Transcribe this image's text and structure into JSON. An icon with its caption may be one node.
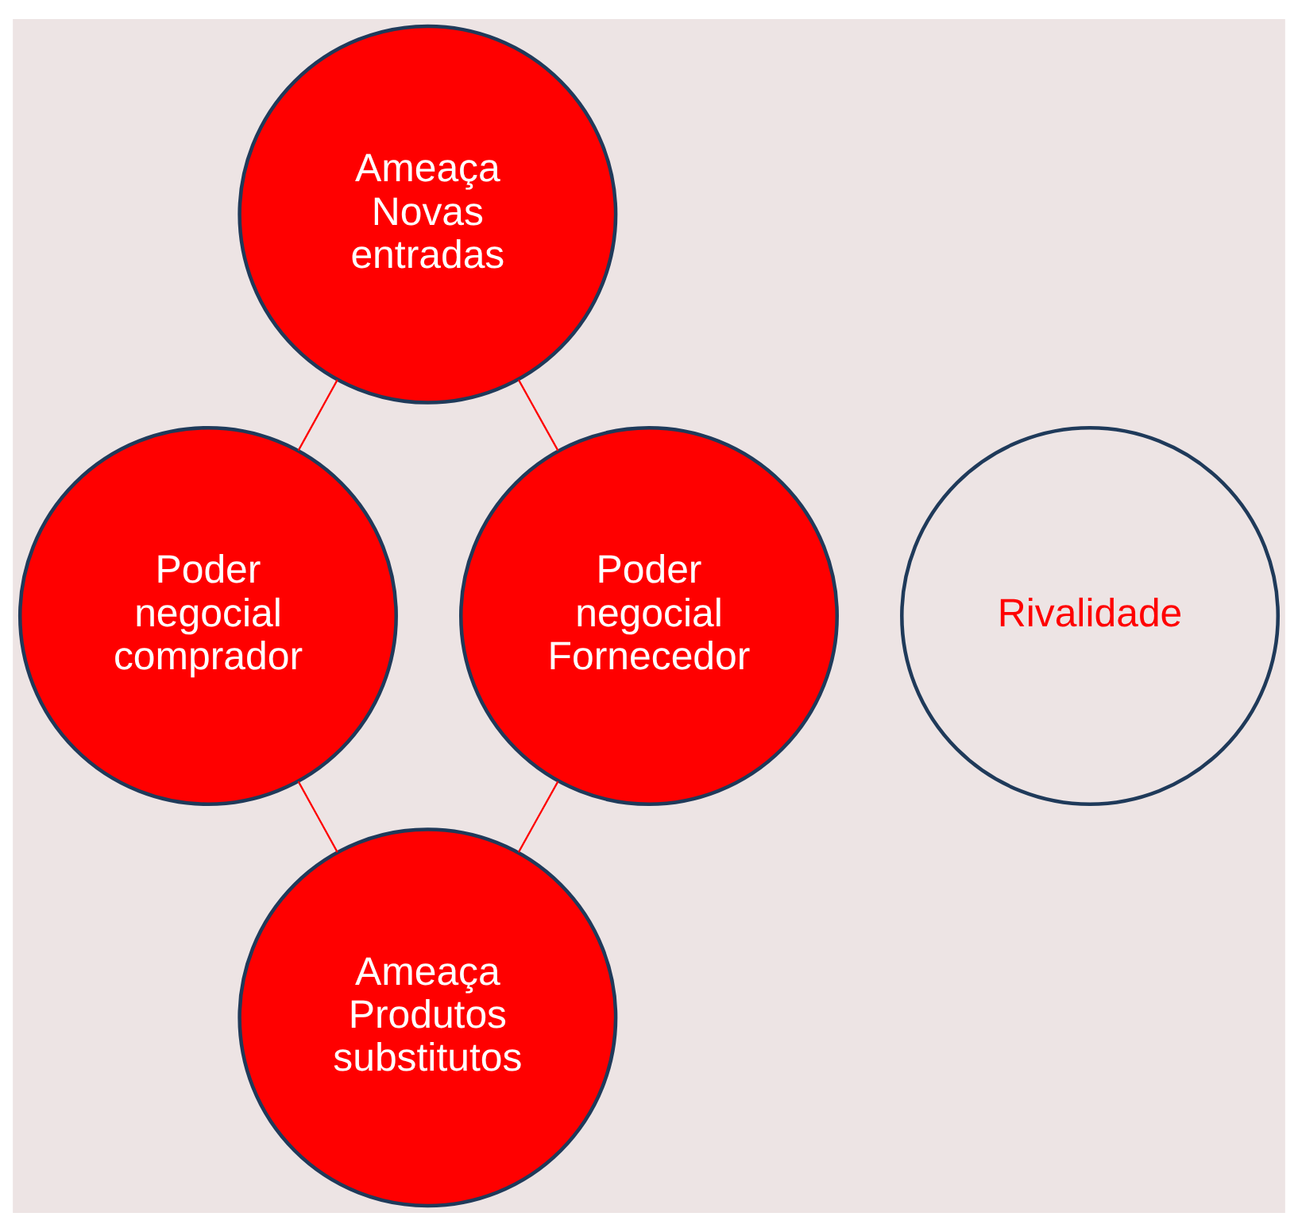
{
  "diagram": {
    "nodes": [
      {
        "text": [
          "Ameaça Novas entradas"
        ]
      },
      {
        "text": [
          "Poder negocial comprador"
        ]
      },
      {
        "text": [
          "Rivalidade"
        ]
      },
      {
        "text": [
          "Poder negocial Fornecedor"
        ]
      },
      {
        "text": [
          "Ameaça Produtos substitutos"
        ]
      }
    ],
    "edges": [
      {
        "from": 0,
        "to": 1,
        "arrow": "none"
      },
      {
        "from": 0,
        "to": 3,
        "arrow": "none"
      },
      {
        "from": 1,
        "to": 4,
        "arrow": "none"
      },
      {
        "from": 3,
        "to": 4,
        "arrow": "none"
      }
    ]
  }
}
